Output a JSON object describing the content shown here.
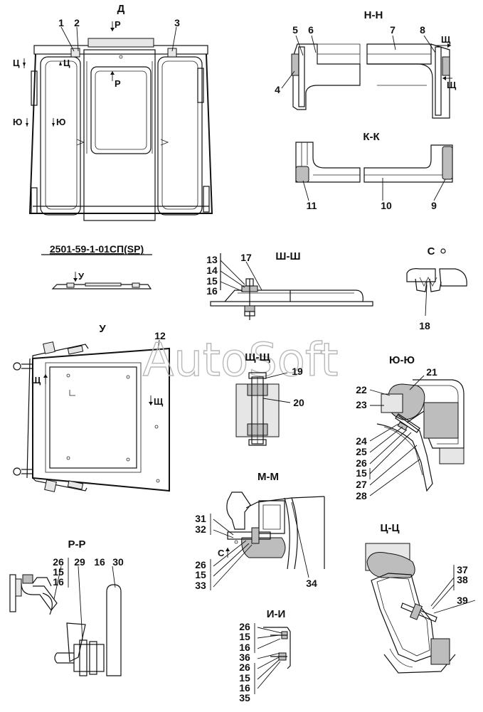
{
  "sheet_code": "2501-59-1-01СП(SP)",
  "watermark": "AutoSoft",
  "views": [
    {
      "key": "d",
      "label": "Д"
    },
    {
      "key": "nn",
      "label": "Н-Н"
    },
    {
      "key": "kk",
      "label": "К-К"
    },
    {
      "key": "shsh",
      "label": "Ш-Ш"
    },
    {
      "key": "c",
      "label": "С"
    },
    {
      "key": "u",
      "label": "У"
    },
    {
      "key": "shchshch",
      "label": "Щ-Щ"
    },
    {
      "key": "yuyu",
      "label": "Ю-Ю"
    },
    {
      "key": "mm",
      "label": "М-М"
    },
    {
      "key": "rr",
      "label": "Р-Р"
    },
    {
      "key": "tsts",
      "label": "Ц-Ц"
    },
    {
      "key": "ii",
      "label": "И-И"
    }
  ],
  "section_marks": [
    "Р",
    "Ц",
    "Ю",
    "Щ",
    "У",
    "С"
  ],
  "parts": [
    "1",
    "2",
    "3",
    "4",
    "5",
    "6",
    "7",
    "8",
    "9",
    "10",
    "11",
    "12",
    "13",
    "14",
    "15",
    "16",
    "17",
    "18",
    "19",
    "20",
    "21",
    "22",
    "23",
    "24",
    "25",
    "26",
    "27",
    "28",
    "29",
    "30",
    "31",
    "32",
    "33",
    "34",
    "35",
    "36",
    "37",
    "38",
    "39"
  ]
}
